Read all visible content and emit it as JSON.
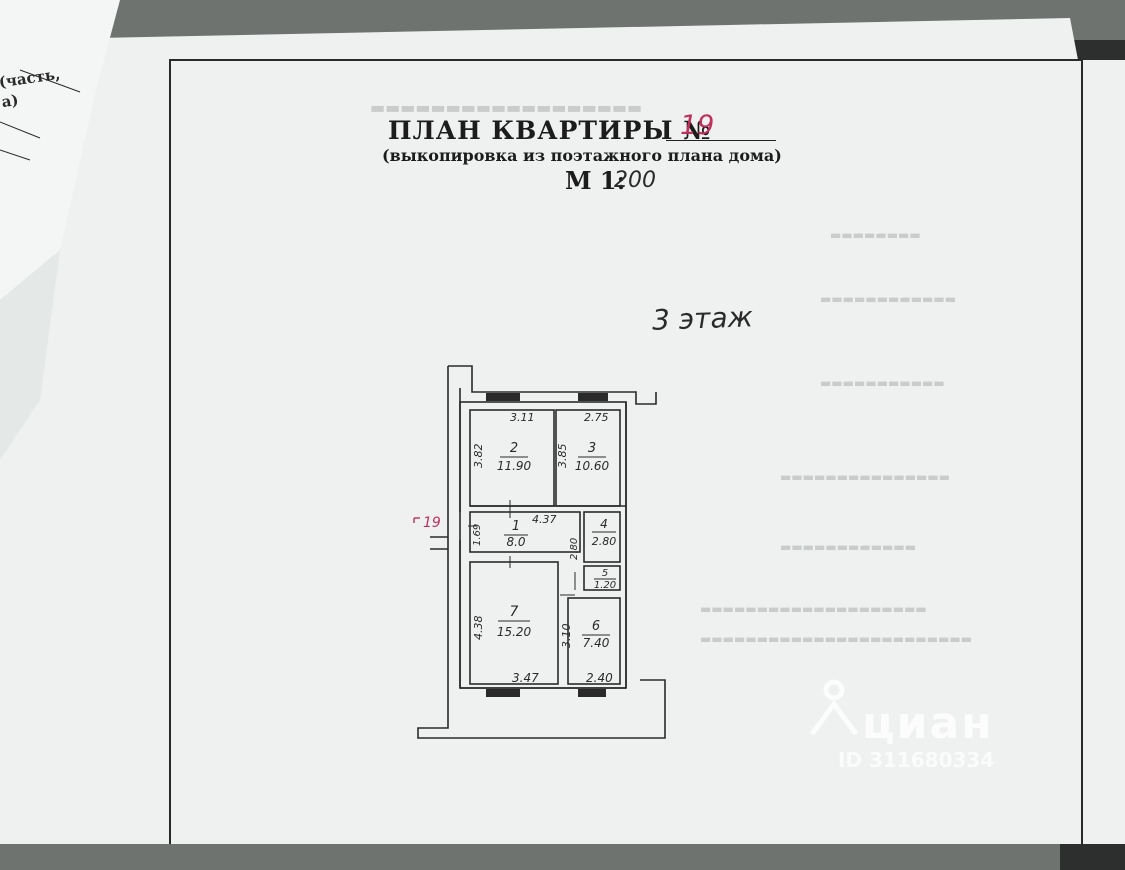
{
  "document": {
    "title": "ПЛАН  КВАРТИРЫ №",
    "apartment_number": "19",
    "subtitle": "(выкопировка из поэтажного плана дома)",
    "scale_label": "М 1:",
    "scale_value": "200",
    "floor_note": "3 этаж",
    "entrance_mark": "19",
    "left_page_snippet": [
      "(часть,",
      "а)"
    ]
  },
  "rooms": [
    {
      "number": "1",
      "area": "8.0"
    },
    {
      "number": "2",
      "area": "11.90"
    },
    {
      "number": "3",
      "area": "10.60"
    },
    {
      "number": "4",
      "area": "2.80"
    },
    {
      "number": "5",
      "area": "1.20"
    },
    {
      "number": "6",
      "area": "7.40"
    },
    {
      "number": "7",
      "area": "15.20"
    }
  ],
  "dimensions": {
    "top_left": "3.11",
    "top_right": "2.75",
    "room2_height": "3.82",
    "room3_height": "3.85",
    "corridor_width": "4.37",
    "corridor_height": "1.69",
    "room4_height": "2.80",
    "room7_height": "4.38",
    "room6_height": "3.10",
    "bottom_left": "3.47",
    "bottom_right": "2.40"
  },
  "watermark": {
    "brand": "циан",
    "id": "ID 311680334"
  },
  "colors": {
    "paper": "#f1f3f2",
    "ink": "#222222",
    "handwriting_accent": "#c0305c",
    "background": "#6f7370"
  }
}
